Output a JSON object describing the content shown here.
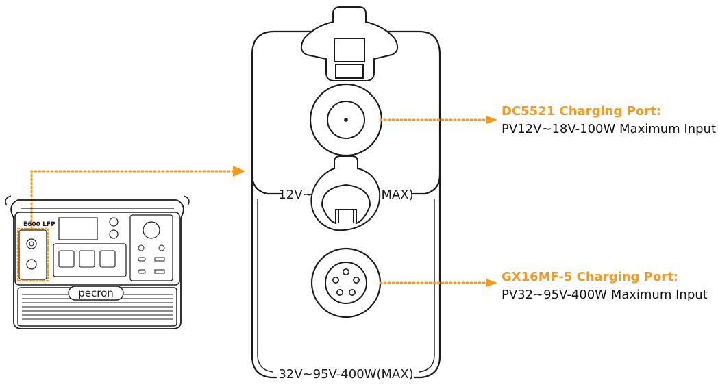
{
  "colors": {
    "accent": "#F39A21",
    "line": "#1a1a1a"
  },
  "panel": {
    "top_label": "12V~18V-100W(MAX)",
    "bottom_label": "32V~95V-400W(MAX)"
  },
  "callouts": [
    {
      "title": "DC5521 Charging Port:",
      "body": "PV12V~18V-100W Maximum Input"
    },
    {
      "title": "GX16MF-5 Charging Port:",
      "body": "PV32~95V-400W Maximum Input"
    }
  ],
  "device": {
    "model": "E600 LFP",
    "brand": "pecron"
  },
  "icons": [
    "dc-port-icon",
    "gx16-port-icon",
    "ac-outlet-icon",
    "usb-port-icon",
    "lcd-display-icon"
  ]
}
